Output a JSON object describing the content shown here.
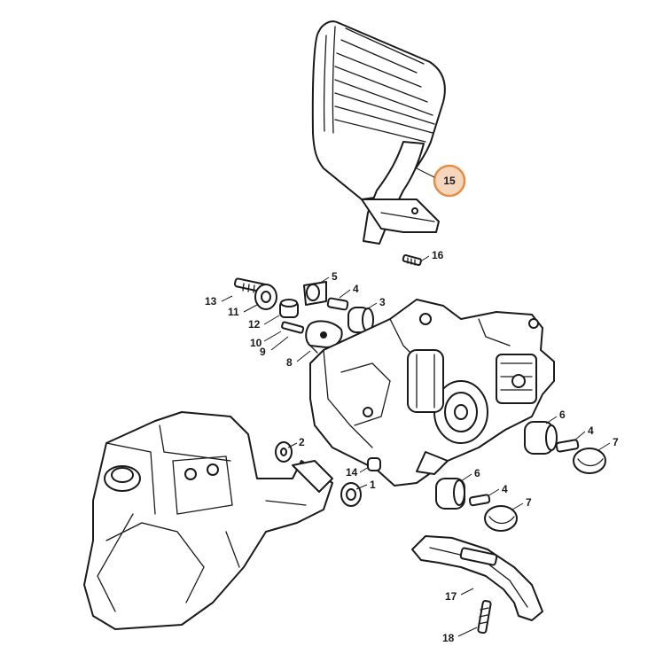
{
  "highlight": {
    "label": "15",
    "ring_color": "#e58d45",
    "fill_color": "#f6d6bd"
  },
  "labels": {
    "p1": "1",
    "p2": "2",
    "p3": "3",
    "p4a": "4",
    "p4b": "4",
    "p4c": "4",
    "p5": "5",
    "p6a": "6",
    "p6b": "6",
    "p7a": "7",
    "p7b": "7",
    "p8": "8",
    "p9": "9",
    "p10": "10",
    "p11": "11",
    "p12": "12",
    "p13": "13",
    "p14": "14",
    "p16": "16",
    "p17": "17",
    "p18": "18"
  }
}
